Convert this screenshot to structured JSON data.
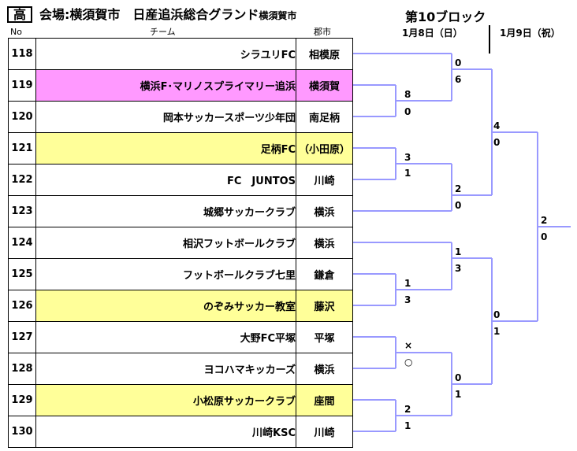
{
  "header": {
    "category": "高",
    "venue_label": "会場:",
    "venue_name": "横須賀市　日産追浜総合グランド",
    "venue_city": "横須賀市",
    "block": "第10ブロック",
    "date1": "1月8日（日）",
    "date2": "1月9日（祝）"
  },
  "columns": {
    "no": "No",
    "team": "チーム",
    "city": "郡市"
  },
  "teams": [
    {
      "no": "118",
      "team": "シラユリFC",
      "city": "相模原",
      "highlight": "none"
    },
    {
      "no": "119",
      "team": "横浜F･マリノスプライマリー追浜",
      "city": "横須賀",
      "highlight": "pink"
    },
    {
      "no": "120",
      "team": "岡本サッカースポーツ少年団",
      "city": "南足柄",
      "highlight": "none"
    },
    {
      "no": "121",
      "team": "足柄FC",
      "city": "（小田原）",
      "highlight": "yellow"
    },
    {
      "no": "122",
      "team": "FC　JUNTOS",
      "city": "川崎",
      "highlight": "none"
    },
    {
      "no": "123",
      "team": "城郷サッカークラブ",
      "city": "横浜",
      "highlight": "none"
    },
    {
      "no": "124",
      "team": "相沢フットボールクラブ",
      "city": "横浜",
      "highlight": "none"
    },
    {
      "no": "125",
      "team": "フットボールクラブ七里",
      "city": "鎌倉",
      "highlight": "none"
    },
    {
      "no": "126",
      "team": "のぞみサッカー教室",
      "city": "藤沢",
      "highlight": "yellow"
    },
    {
      "no": "127",
      "team": "大野FC平塚",
      "city": "平塚",
      "highlight": "none"
    },
    {
      "no": "128",
      "team": "ヨコハマキッカーズ",
      "city": "横浜",
      "highlight": "none"
    },
    {
      "no": "129",
      "team": "小松原サッカークラブ",
      "city": "座間",
      "highlight": "yellow"
    },
    {
      "no": "130",
      "team": "川崎KSC",
      "city": "川崎",
      "highlight": "none"
    }
  ],
  "scores": {
    "m119_120_top": "8",
    "m119_120_bot": "0",
    "m121_122_top": "3",
    "m121_122_bot": "1",
    "m118_w_top": "0",
    "m118_w_bot": "6",
    "m_w_123_top": "2",
    "m_w_123_bot": "0",
    "m_upper_top": "4",
    "m_upper_bot": "0",
    "m124_w_top": "1",
    "m124_w_bot": "3",
    "m125_126_top": "1",
    "m125_126_bot": "3",
    "m127_128_top": "×",
    "m127_128_bot": "○",
    "m129_130_top": "2",
    "m129_130_bot": "1",
    "m_w_w_top": "0",
    "m_w_w_bot": "1",
    "m_lower_top": "0",
    "m_lower_bot": "1",
    "final_top": "2",
    "final_bot": "0"
  },
  "colors": {
    "bracket": "#9999ff",
    "yellow": "#ffff99",
    "pink": "#ff99ff"
  }
}
